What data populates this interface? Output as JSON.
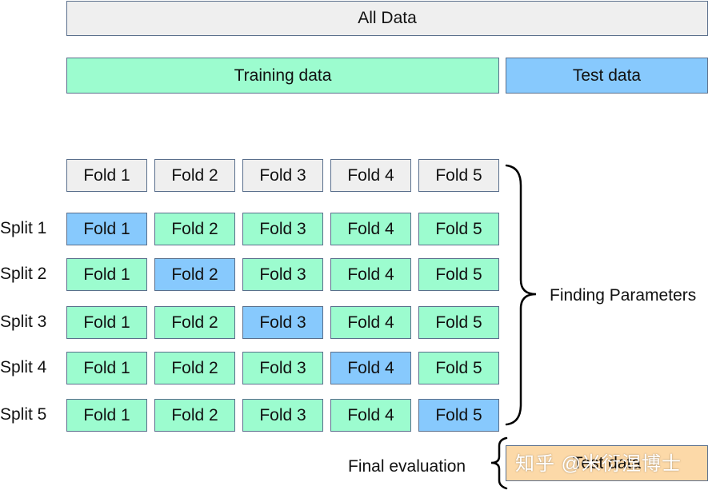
{
  "all_data": "All Data",
  "training_data": "Training data",
  "test_data": "Test data",
  "fold_header": [
    "Fold 1",
    "Fold 2",
    "Fold 3",
    "Fold 4",
    "Fold 5"
  ],
  "splits": [
    {
      "label": "Split 1",
      "folds": [
        "Fold 1",
        "Fold 2",
        "Fold 3",
        "Fold 4",
        "Fold 5"
      ],
      "test_index": 0
    },
    {
      "label": "Split 2",
      "folds": [
        "Fold 1",
        "Fold 2",
        "Fold 3",
        "Fold 4",
        "Fold 5"
      ],
      "test_index": 1
    },
    {
      "label": "Split 3",
      "folds": [
        "Fold 1",
        "Fold 2",
        "Fold 3",
        "Fold 4",
        "Fold 5"
      ],
      "test_index": 2
    },
    {
      "label": "Split 4",
      "folds": [
        "Fold 1",
        "Fold 2",
        "Fold 3",
        "Fold 4",
        "Fold 5"
      ],
      "test_index": 3
    },
    {
      "label": "Split 5",
      "folds": [
        "Fold 1",
        "Fold 2",
        "Fold 3",
        "Fold 4",
        "Fold 5"
      ],
      "test_index": 4
    }
  ],
  "finding_parameters": "Finding Parameters",
  "final_evaluation": "Final evaluation",
  "final_test_data": "Test data",
  "watermark": "知乎 @米衍涅博士",
  "colors": {
    "neutral": "#efefef",
    "training": "#9cfccf",
    "test": "#87c9fd",
    "final_test": "#fcd9a8"
  }
}
